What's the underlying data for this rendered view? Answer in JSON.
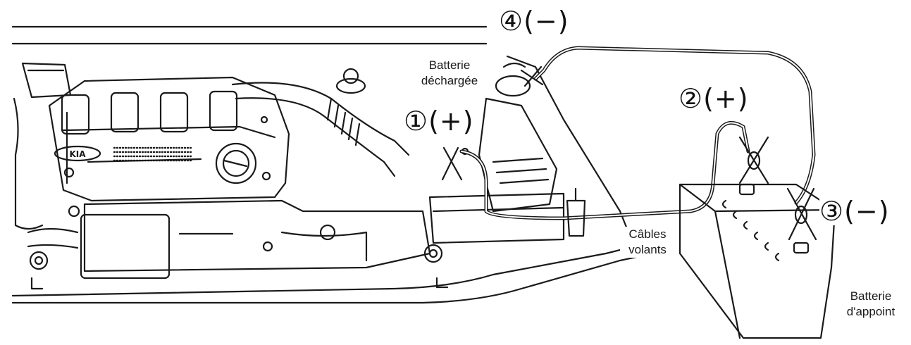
{
  "labels": {
    "dead_battery": [
      "Batterie",
      "déchargée"
    ],
    "jumper_cables": [
      "Câbles",
      "volants"
    ],
    "booster_battery": [
      "Batterie",
      "d'appoint"
    ]
  },
  "badge_text": "KIA",
  "steps": [
    {
      "id": "1",
      "text": "①(+)"
    },
    {
      "id": "2",
      "text": "②(+)"
    },
    {
      "id": "3",
      "text": "③(−)"
    },
    {
      "id": "4",
      "text": "④(−)"
    }
  ]
}
